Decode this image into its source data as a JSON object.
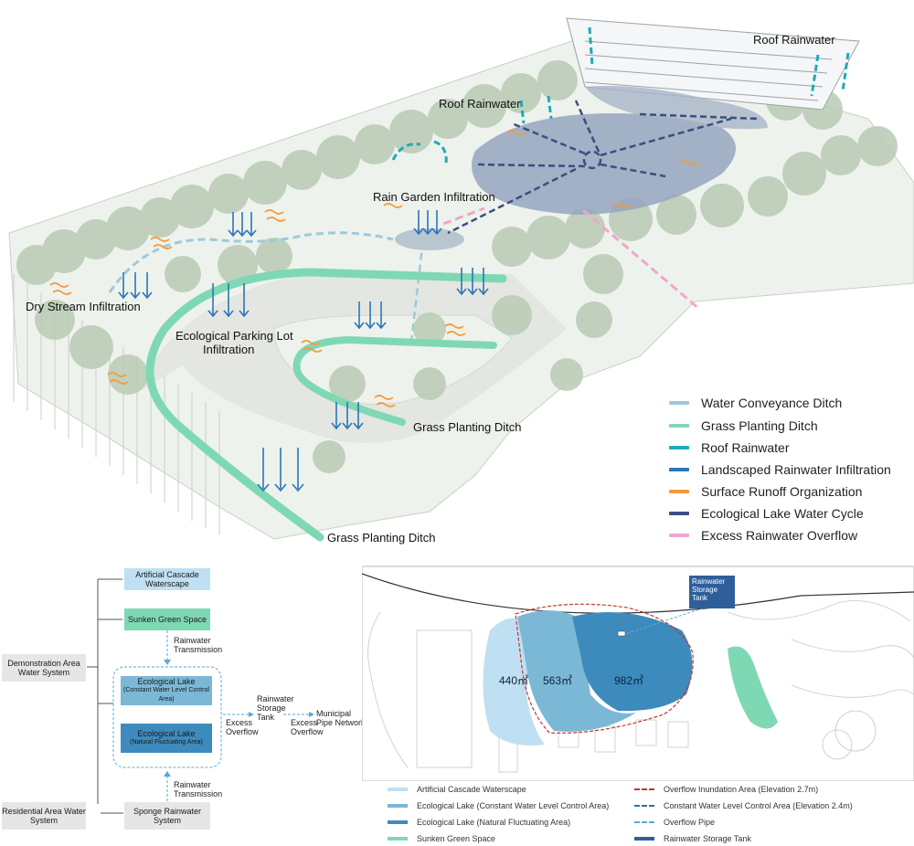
{
  "aerial": {
    "labels": {
      "roof_rainwater_right": "Roof Rainwater",
      "roof_rainwater_left": "Roof Rainwater",
      "rain_garden": "Rain Garden Infiltration",
      "dry_stream": "Dry Stream Infiltration",
      "parking_lot_line1": "Ecological Parking Lot",
      "parking_lot_line2": "Infiltration",
      "grass_ditch_upper": "Grass Planting Ditch",
      "grass_ditch_lower": "Grass Planting Ditch"
    },
    "legend": [
      {
        "label": "Water Conveyance Ditch",
        "color": "#9ec9dd"
      },
      {
        "label": "Grass Planting Ditch",
        "color": "#7fd8b4"
      },
      {
        "label": "Roof Rainwater",
        "color": "#21a9b8"
      },
      {
        "label": "Landscaped Rainwater Infiltration",
        "color": "#2c76b8"
      },
      {
        "label": "Surface Runoff Organization",
        "color": "#f39a3a"
      },
      {
        "label": "Ecological Lake Water Cycle",
        "color": "#3a4f82"
      },
      {
        "label": "Excess Rainwater Overflow",
        "color": "#f0a6cc"
      }
    ]
  },
  "flowchart": {
    "cascade": "Artificial Cascade Waterscape",
    "sunken": "Sunken Green Space",
    "rainwater_transmission_top": "Rainwater Transmission",
    "demo_area": "Demonstration Area Water System",
    "lake_constant_title": "Ecological Lake",
    "lake_constant_sub": "(Constant Water Level Control Area)",
    "lake_natural_title": "Ecological Lake",
    "lake_natural_sub": "(Natural Fluctuating Area)",
    "excess_overflow_1": "Excess Overflow",
    "storage_tank": "Rainwater Storage Tank",
    "excess_overflow_2": "Excess Overflow",
    "municipal": "Municipal Pipe Network",
    "rainwater_transmission_bottom": "Rainwater Transmission",
    "residential_area": "Residential Area Water System",
    "sponge": "Sponge Rainwater System"
  },
  "site_plan": {
    "storage_tank_label": "Rainwater Storage Tank",
    "area_1": "440㎡",
    "area_2": "563㎡",
    "area_3": "982㎡",
    "legend_left": [
      {
        "label": "Artificial Cascade Waterscape",
        "color": "#bfe0f2"
      },
      {
        "label": "Ecological Lake (Constant Water Level Control Area)",
        "color": "#7ab8d6"
      },
      {
        "label": "Ecological Lake (Natural Fluctuating Area)",
        "color": "#3d8bbd"
      },
      {
        "label": "Sunken Green Space",
        "color": "#7fd8b4"
      }
    ],
    "legend_right": [
      {
        "label": "Overflow Inundation Area (Elevation 2.7m)",
        "color": "#c0392b"
      },
      {
        "label": "Constant Water Level Control Area (Elevation 2.4m)",
        "color": "#2f6ea8"
      },
      {
        "label": "Overflow Pipe",
        "color": "#5aa9d6"
      },
      {
        "label": "Rainwater Storage Tank",
        "color": "#2f5f9a"
      }
    ]
  }
}
